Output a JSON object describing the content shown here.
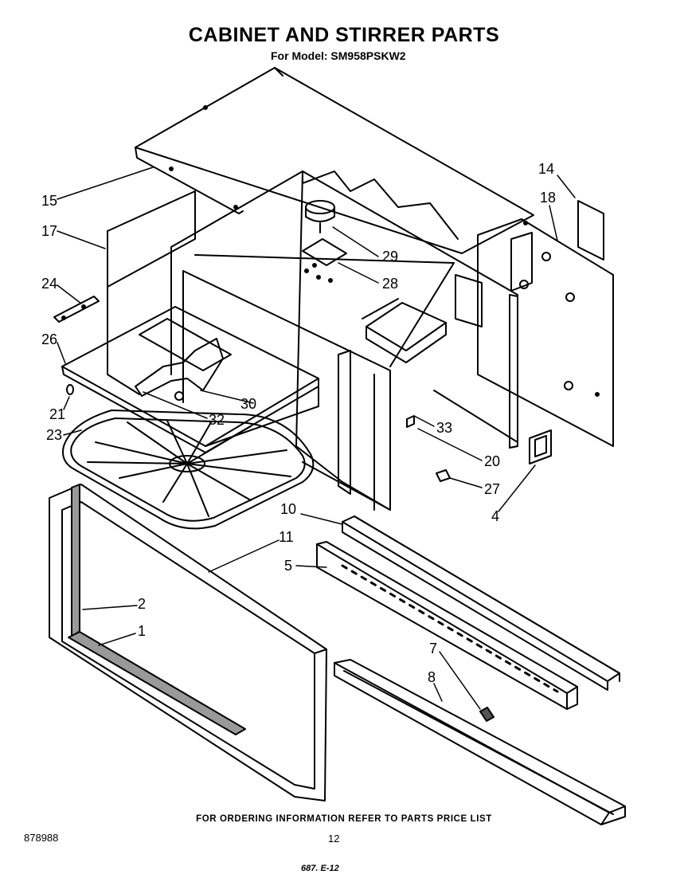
{
  "title": "CABINET AND STIRRER PARTS",
  "subtitle": "For Model: SM958PSKW2",
  "footer_note": "FOR ORDERING INFORMATION REFER TO PARTS PRICE LIST",
  "doc_number": "878988",
  "page_number": "12",
  "handwritten_note": "687. E-12",
  "part_labels": {
    "p1": "1",
    "p2": "2",
    "p4": "4",
    "p5": "5",
    "p7": "7",
    "p8": "8",
    "p10": "10",
    "p11": "11",
    "p14": "14",
    "p15": "15",
    "p17": "17",
    "p18": "18",
    "p20": "20",
    "p21": "21",
    "p23": "23",
    "p24": "24",
    "p26": "26",
    "p27": "27",
    "p28": "28",
    "p29": "29",
    "p30": "30",
    "p32": "32",
    "p33": "33"
  }
}
